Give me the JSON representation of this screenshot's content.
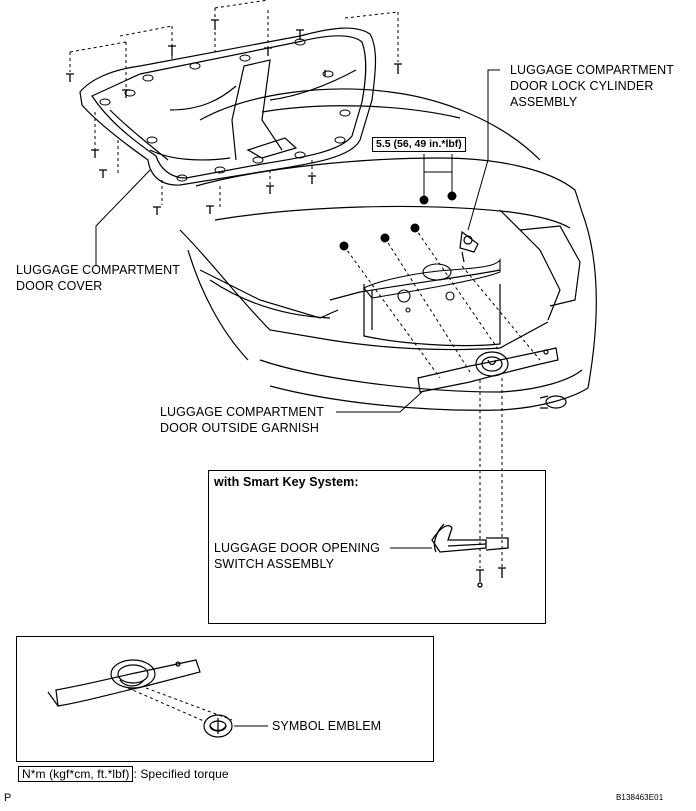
{
  "labels": {
    "lock_cylinder": [
      "LUGGAGE COMPARTMENT",
      "DOOR LOCK CYLINDER",
      "ASSEMBLY"
    ],
    "door_cover": [
      "LUGGAGE COMPARTMENT",
      "DOOR COVER"
    ],
    "outside_garnish": [
      "LUGGAGE COMPARTMENT",
      "DOOR OUTSIDE GARNISH"
    ],
    "smart_key_title": "with Smart Key System:",
    "opening_switch": [
      "LUGGAGE DOOR OPENING",
      "SWITCH ASSEMBLY"
    ],
    "symbol_emblem": "SYMBOL EMBLEM"
  },
  "torque_value": "5.5 (56, 49 in.*lbf)",
  "legend": {
    "unit_box": "N*m (kgf*cm, ft.*lbf)",
    "description": ": Specified torque"
  },
  "footer": {
    "page_letter": "P",
    "code": "B138463E01"
  }
}
